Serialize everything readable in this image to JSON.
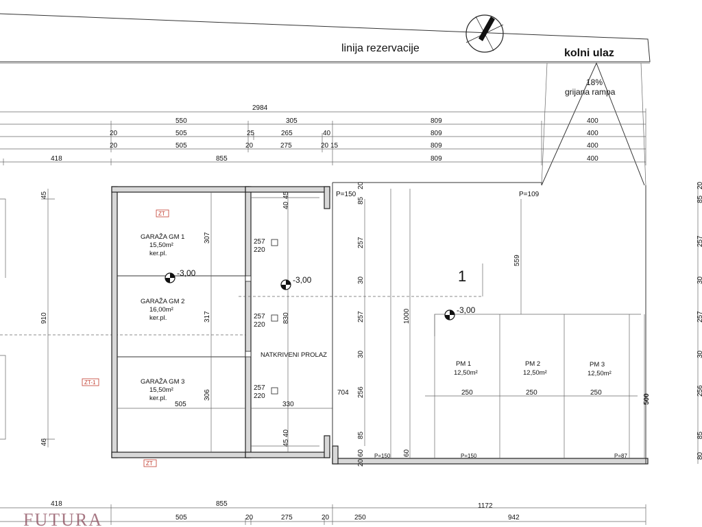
{
  "header": {
    "reservation_line": "linija rezervacije",
    "vehicle_entry": "kolni ulaz",
    "ramp_slope": "18%",
    "ramp_label": "grijana rampa"
  },
  "dimensions_top": {
    "row1": [
      "2984"
    ],
    "row2": [
      "550",
      "305",
      "809",
      "400"
    ],
    "row3": [
      "20",
      "505",
      "25",
      "265",
      "40",
      "809",
      "400"
    ],
    "row4": [
      "20",
      "505",
      "20",
      "275",
      "20",
      "15",
      "809",
      "400"
    ],
    "row5": [
      "418",
      "855",
      "809",
      "400"
    ]
  },
  "dimensions_bottom": {
    "row1": [
      "418",
      "855",
      "1172"
    ],
    "row2": [
      "505",
      "20",
      "275",
      "20",
      "250",
      "942"
    ]
  },
  "dimensions_inner": {
    "left_height": "910",
    "left_top": "45",
    "left_bottom": "46",
    "gm1_h": "307",
    "gm2_h": "317",
    "gm3_h": "306",
    "gm_width": "505",
    "passage_top": "45",
    "passage_top2": "40",
    "passage_h": "830",
    "passage_bot": "40",
    "passage_bot2": "45",
    "passage_w": "330",
    "passage_704": "704",
    "door_a": "257",
    "door_b": "220",
    "col_85": "85",
    "col_257a": "257",
    "col_30a": "30",
    "col_257b": "257",
    "col_30b": "30",
    "col_256": "256",
    "col_85b": "85",
    "col_60": "60",
    "col_20": "20",
    "height_1000": "1000",
    "depth_559": "559",
    "pm_w1": "250",
    "pm_w2": "250",
    "pm_w3": "250",
    "h_500": "500",
    "p150a": "P=150",
    "p109": "P=109",
    "p150b": "P=150",
    "p150c": "P=150",
    "p87": "P=87",
    "right_20": "20",
    "right_85": "85",
    "right_257a": "257",
    "right_30a": "30",
    "right_257b": "257",
    "right_30b": "30",
    "right_256": "256",
    "right_85b": "85",
    "right_80": "80"
  },
  "rooms": {
    "gm1": {
      "name": "GARAŽA GM 1",
      "area": "15,50m²",
      "floor": "ker.pl."
    },
    "gm2": {
      "name": "GARAŽA GM 2",
      "area": "16,00m²",
      "floor": "ker.pl."
    },
    "gm3": {
      "name": "GARAŽA GM 3",
      "area": "15,50m²",
      "floor": "ker.pl."
    },
    "passage": "NATKRIVENI PROLAZ",
    "pm1": {
      "name": "PM 1",
      "area": "12,50m²"
    },
    "pm2": {
      "name": "PM 2",
      "area": "12,50m²"
    },
    "pm3": {
      "name": "PM 3",
      "area": "12,50m²"
    },
    "zone": "1"
  },
  "levels": {
    "l1": "-3,00",
    "l2": "-3,00",
    "l3": "-3,00"
  },
  "tags": {
    "zt1": "ZT",
    "zt2": "ZT-1",
    "zt3": "ZT"
  },
  "brand": "FUTURA",
  "colors": {
    "lines": "#333333",
    "walls": "#d8d8d8",
    "tags": "#c0392b",
    "brand": "#8a4a5a"
  }
}
